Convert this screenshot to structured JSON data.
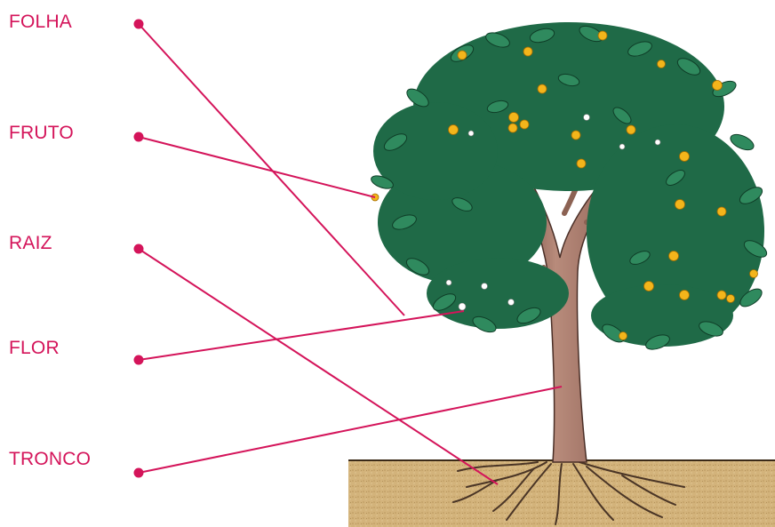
{
  "labels": {
    "folha": "FOLHA",
    "fruto": "FRUTO",
    "raiz": "RAIZ",
    "flor": "FLOR",
    "tronco": "TRONCO"
  },
  "colors": {
    "accent": "#d4145a",
    "leaf": "#1f6a47",
    "leaf_dark": "#0f3d27",
    "fruit": "#f3b51b",
    "trunk": "#a87a6a",
    "soil": "#d2b279"
  }
}
